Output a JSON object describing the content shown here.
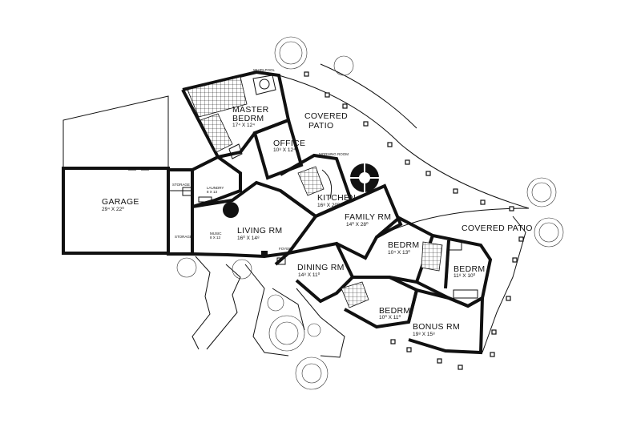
{
  "rooms": {
    "garage": {
      "name": "GARAGE",
      "dim": "29⁴ X 22⁰"
    },
    "master": {
      "name1": "MASTER",
      "name2": "BEDRM",
      "dim": "17⁴ X 12⁴"
    },
    "office": {
      "name": "OFFICE",
      "dim": "10⁸ X 12⁴"
    },
    "kitchen": {
      "name": "KITCHEN",
      "dim": "16⁸ X 20⁰"
    },
    "family": {
      "name": "FAMILY RM",
      "dim": "14⁰ X 28⁰"
    },
    "living": {
      "name": "LIVING RM",
      "dim": "16⁰ X 14⁸"
    },
    "dining": {
      "name": "DINING RM",
      "dim": "14⁸ X 11⁰"
    },
    "bedrm2": {
      "name": "BEDRM",
      "dim": "10⁴ X 13⁰"
    },
    "bedrm3": {
      "name": "BEDRM",
      "dim": "11⁸ X 10⁰"
    },
    "bedrm4": {
      "name": "BEDRM",
      "dim": "10⁰ X 11⁰"
    },
    "bonus": {
      "name": "BONUS RM",
      "dim": "19⁸ X 15⁸"
    },
    "covered_patio_1": {
      "line1": "COVERED",
      "line2": "PATIO"
    },
    "covered_patio_2": {
      "name": "COVERED PATIO"
    },
    "laundry": {
      "name": "LAUNDRY",
      "dim": "8 X 13"
    },
    "music": {
      "name": "MUSIC",
      "dim": "8 X 13"
    },
    "storage1": "STORAGE",
    "storage2": "STORAGE",
    "morning": "MORNING ROOM",
    "foyer": "FOYER",
    "whirlpool": "WHIRLPOOL"
  }
}
